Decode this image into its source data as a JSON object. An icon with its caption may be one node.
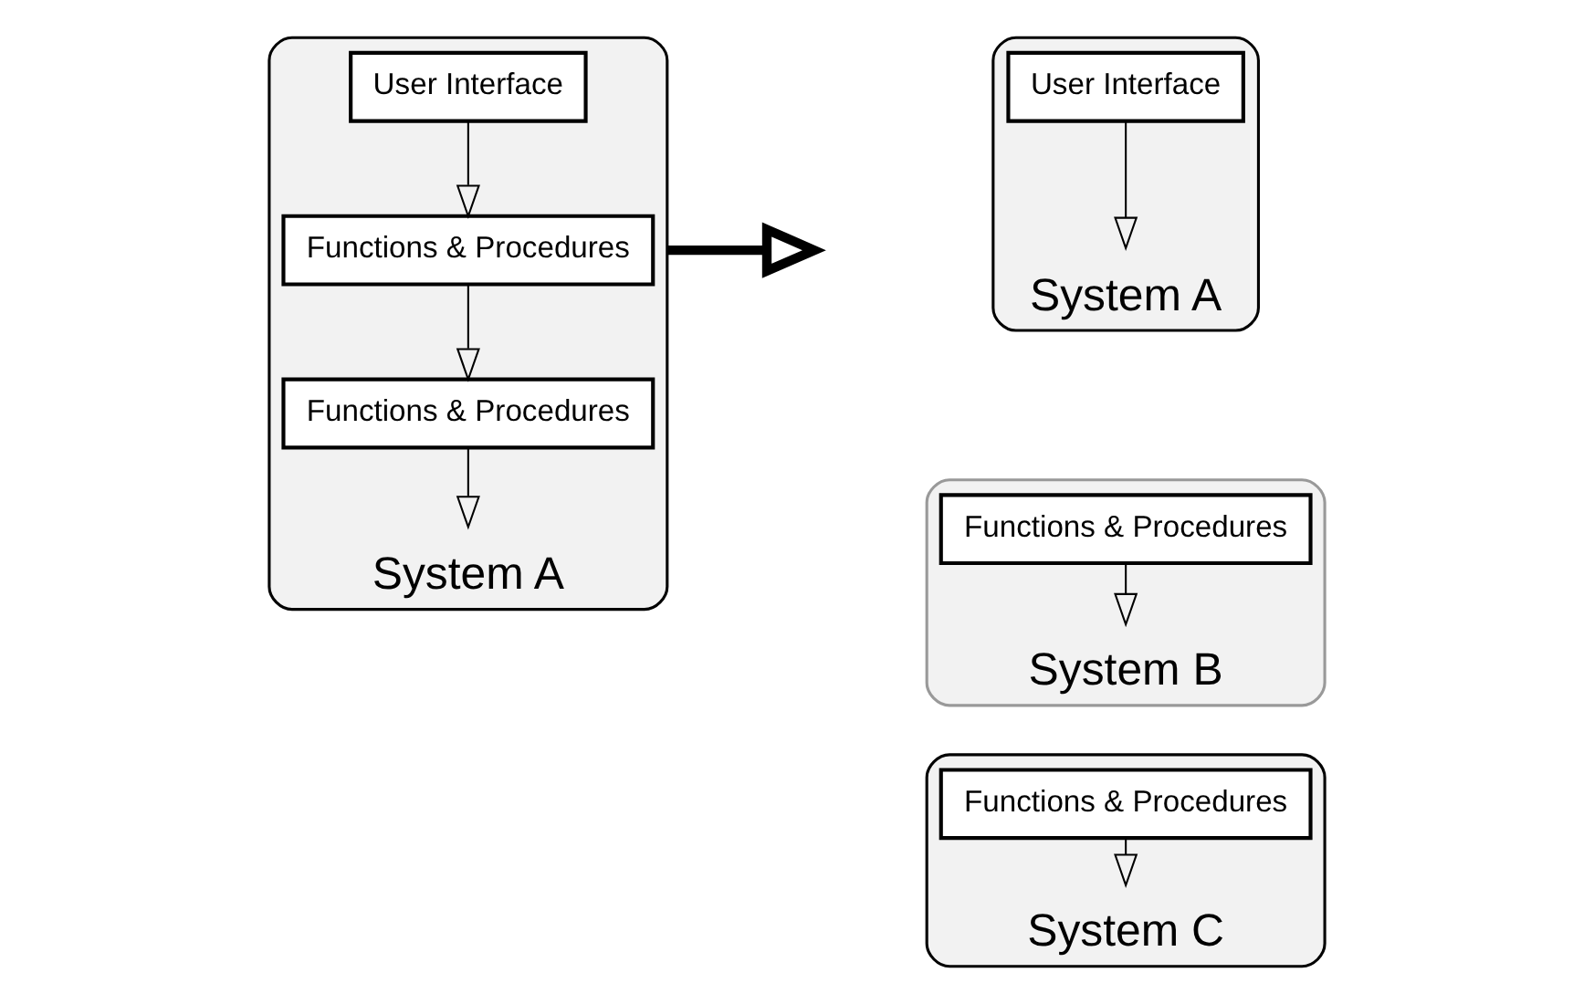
{
  "diagram": {
    "nodes": [
      {
        "text": [
          "System A"
        ]
      },
      {
        "text": [
          "User Interface"
        ],
        "in": 0
      },
      {
        "text": [
          "Functions & Procedures"
        ],
        "in": 0
      },
      {
        "text": [
          "Functions & Procedures"
        ],
        "in": 0
      },
      {
        "text": [
          "System A"
        ]
      },
      {
        "text": [
          "User Interface"
        ],
        "in": 4
      },
      {
        "text": [
          "System B"
        ]
      },
      {
        "text": [
          "Functions & Procedures"
        ],
        "in": 6
      },
      {
        "text": [
          "System C"
        ]
      },
      {
        "text": [
          "Functions & Procedures"
        ],
        "in": 8
      }
    ],
    "edges": [
      {
        "from": 1,
        "to": 2,
        "arrow": "to"
      },
      {
        "from": 2,
        "to": 3,
        "arrow": "to"
      },
      {
        "from": 3,
        "to": null,
        "arrow": "to"
      },
      {
        "from": 0,
        "to": null,
        "arrow": "to",
        "style": "thick"
      },
      {
        "from": 5,
        "to": null,
        "arrow": "to"
      },
      {
        "from": 7,
        "to": null,
        "arrow": "to"
      },
      {
        "from": 9,
        "to": null,
        "arrow": "to"
      }
    ]
  }
}
